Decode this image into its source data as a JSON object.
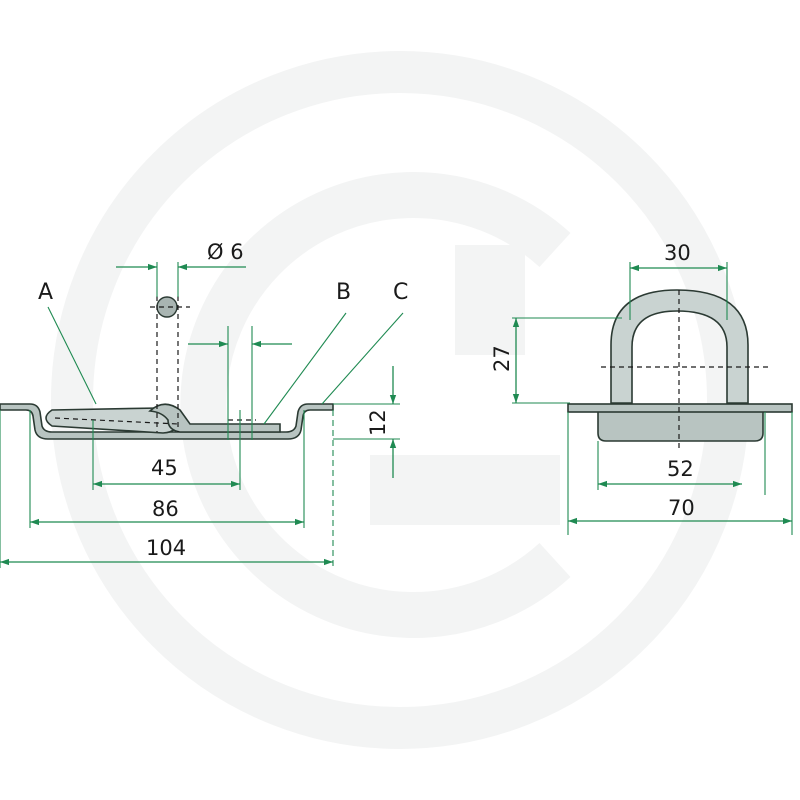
{
  "watermark": {
    "color": "#f3f4f4"
  },
  "colors": {
    "dimension": "#1f8a52",
    "part_fill": "#b8c4c1",
    "outline": "#2b3a33"
  },
  "callouts": {
    "a": "A",
    "b": "B",
    "c": "C"
  },
  "side_view": {
    "diameter": "Ø 6",
    "d45": "45",
    "d86": "86",
    "d104": "104",
    "d12": "12"
  },
  "front_view": {
    "d30": "30",
    "d27": "27",
    "d52": "52",
    "d70": "70"
  }
}
